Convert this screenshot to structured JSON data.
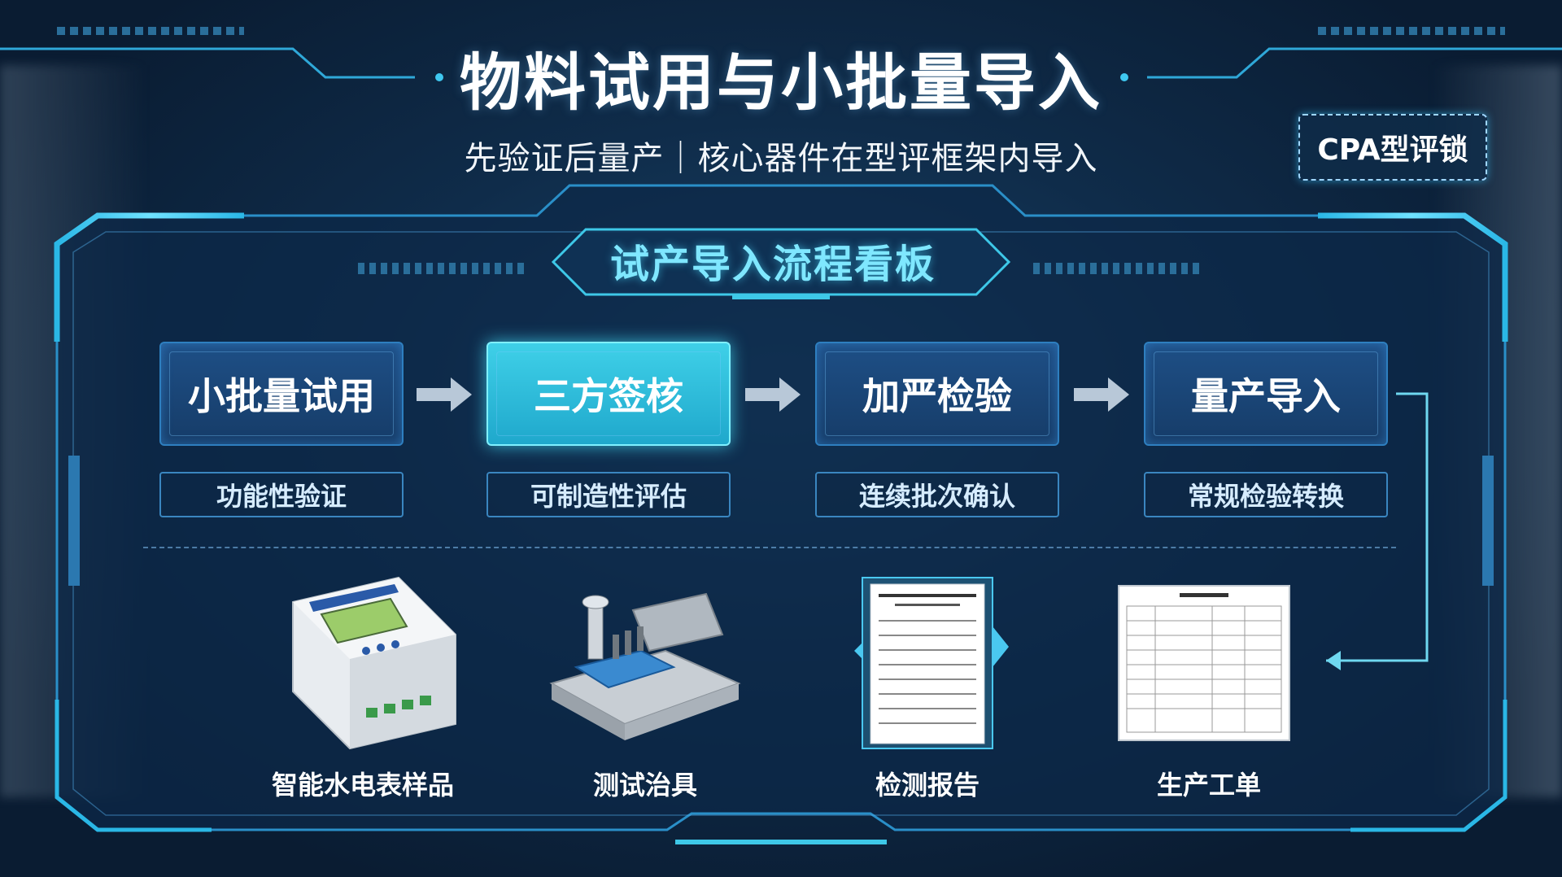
{
  "header": {
    "title": "物料试用与小批量导入",
    "subtitle": "先验证后量产｜核心器件在型评框架内导入",
    "badge": "CPA型评锁"
  },
  "board": {
    "title": "试产导入流程看板"
  },
  "steps": [
    {
      "label": "小批量试用",
      "sub": "功能性验证",
      "active": false
    },
    {
      "label": "三方签核",
      "sub": "可制造性评估",
      "active": true
    },
    {
      "label": "加严检验",
      "sub": "连续批次确认",
      "active": false
    },
    {
      "label": "量产导入",
      "sub": "常规检验转换",
      "active": false
    }
  ],
  "items": [
    {
      "label": "智能水电表样品",
      "icon": "smart-meter-icon"
    },
    {
      "label": "测试治具",
      "icon": "test-fixture-icon"
    },
    {
      "label": "检测报告",
      "icon": "inspection-report-icon"
    },
    {
      "label": "生产工单",
      "icon": "work-order-icon"
    }
  ],
  "colors": {
    "accent": "#3ec8e8",
    "step_bg": "#1a4778",
    "active_bg": "#2bbcdc",
    "background": "#0f2c4a"
  }
}
